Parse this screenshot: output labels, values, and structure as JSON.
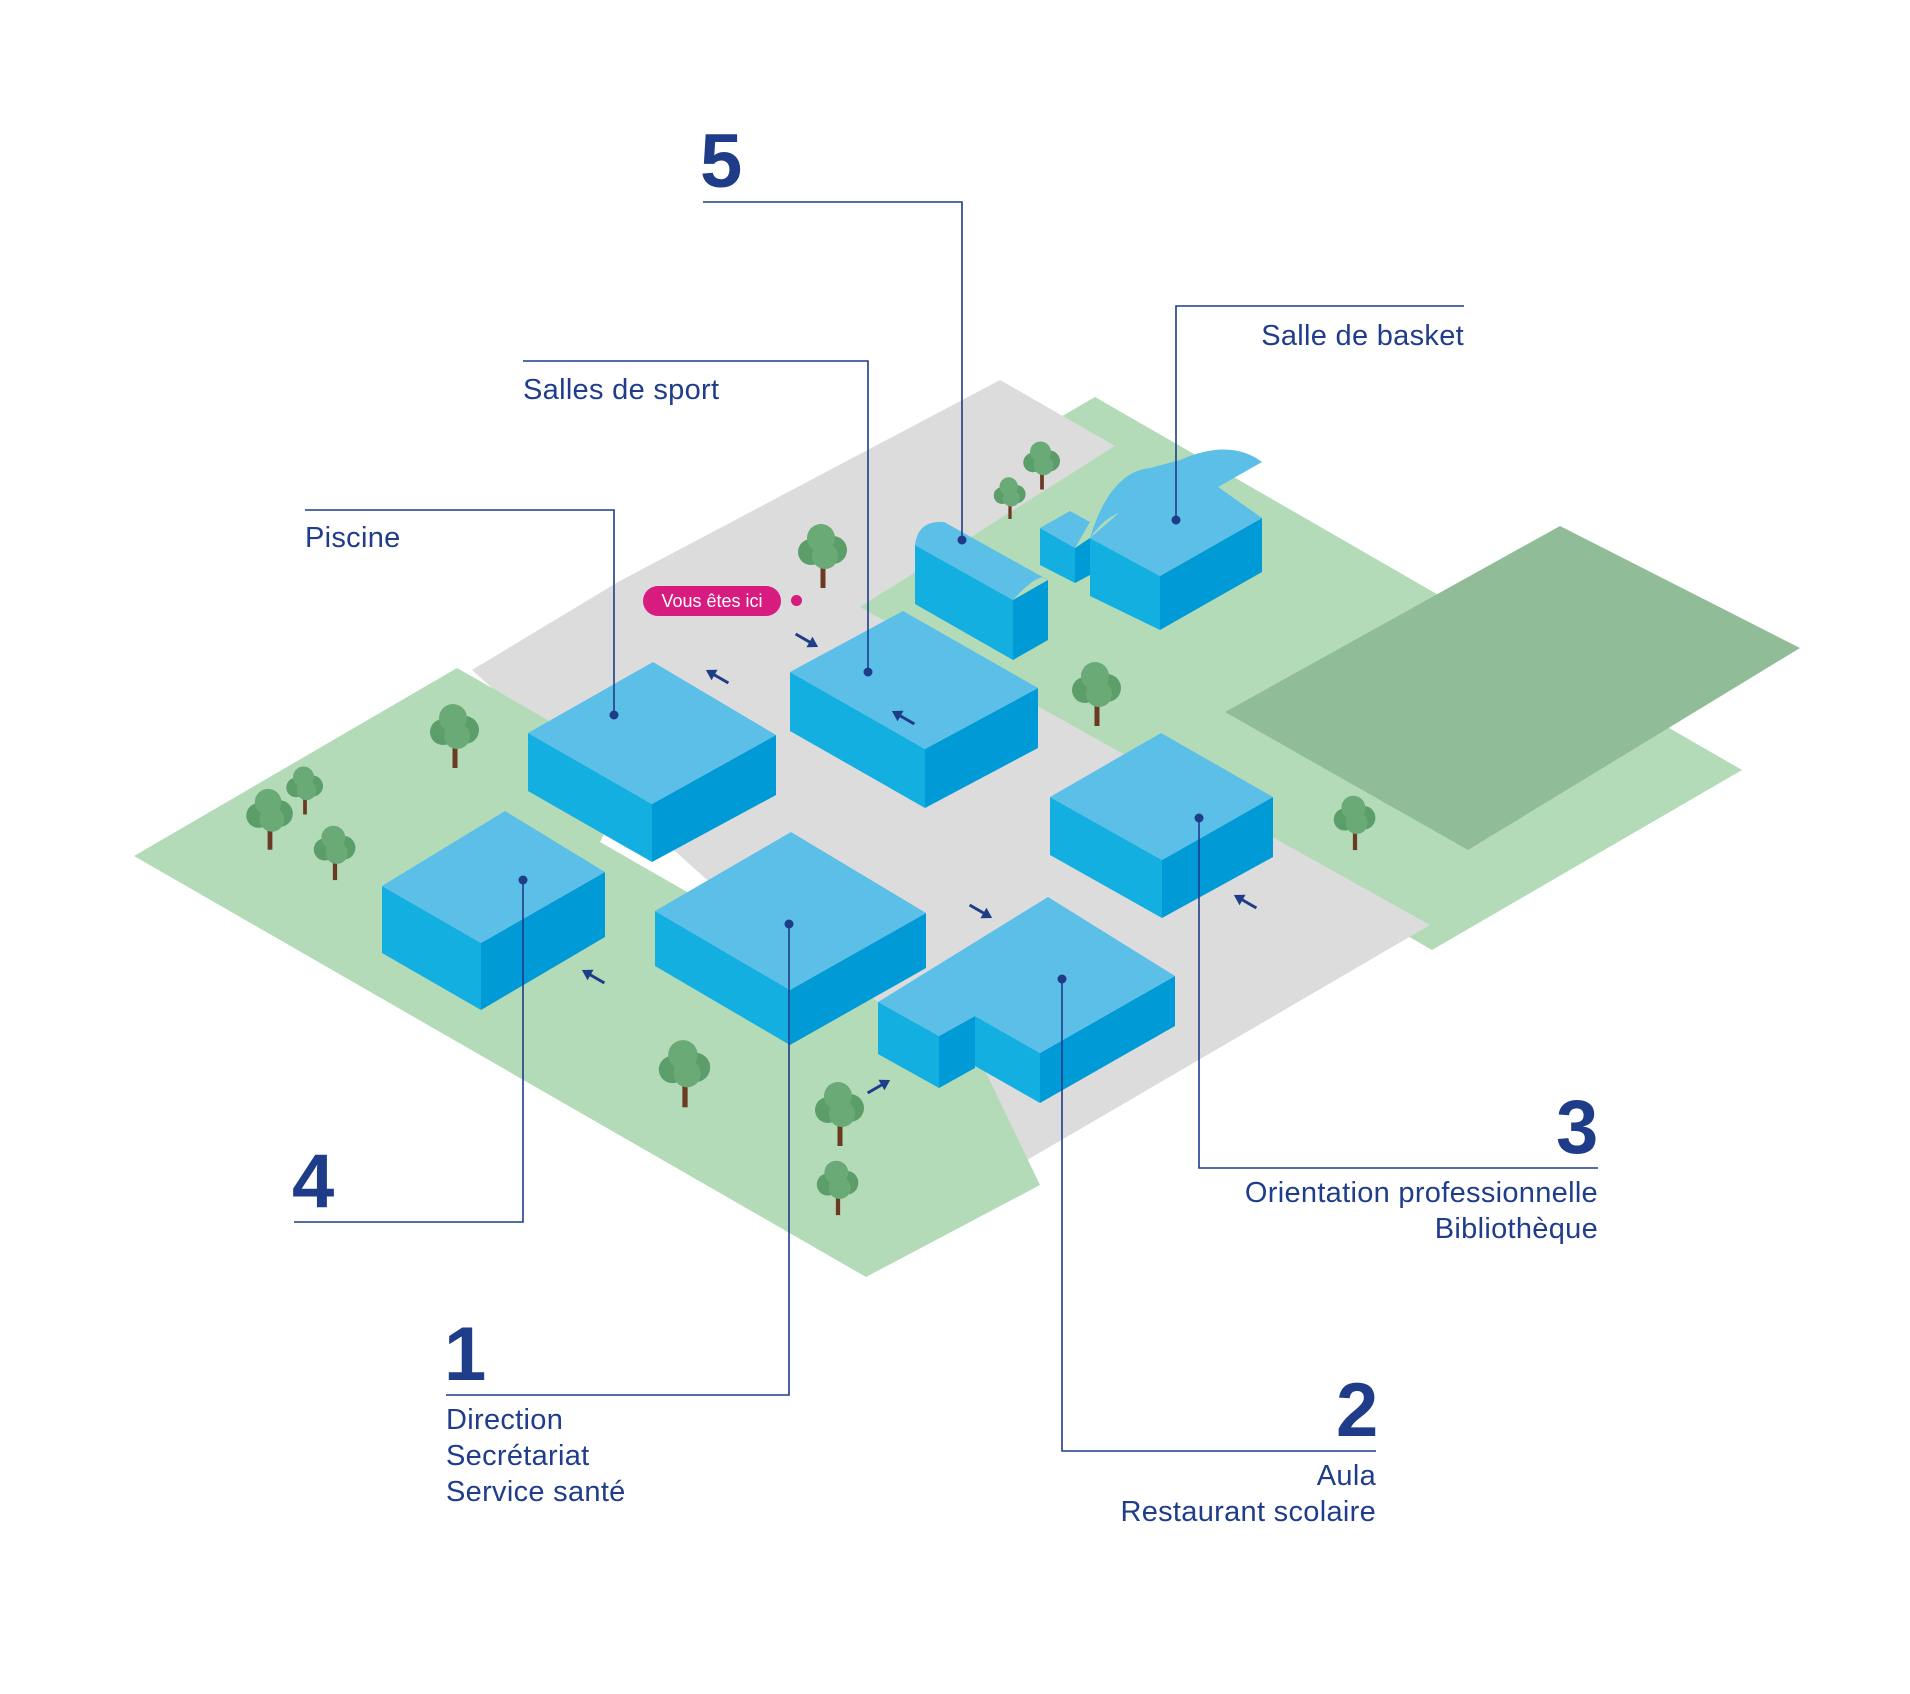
{
  "colors": {
    "ink": "#1e3c88",
    "grass": "#b3dbb8",
    "sports_field": "#90bd98",
    "road": "#dcdcdc",
    "roof": "#5bbfe8",
    "wall_left": "#13afe0",
    "wall_right": "#009bd6",
    "you_are_here": "#d81b7e"
  },
  "you_are_here": {
    "label": "Vous êtes ici"
  },
  "buildings": [
    {
      "number": "1",
      "lines": [
        "Direction",
        "Secrétariat",
        "Service santé"
      ]
    },
    {
      "number": "2",
      "lines": [
        "Aula",
        "Restaurant scolaire"
      ]
    },
    {
      "number": "3",
      "lines": [
        "Orientation professionnelle",
        "Bibliothèque"
      ]
    },
    {
      "number": "4",
      "lines": []
    },
    {
      "number": "5",
      "lines": []
    }
  ],
  "facilities": {
    "piscine": "Piscine",
    "salles_sport": "Salles de sport",
    "salle_basket": "Salle de basket"
  },
  "icons": [
    "tree-icon",
    "direction-arrow-icon",
    "location-dot-icon"
  ]
}
